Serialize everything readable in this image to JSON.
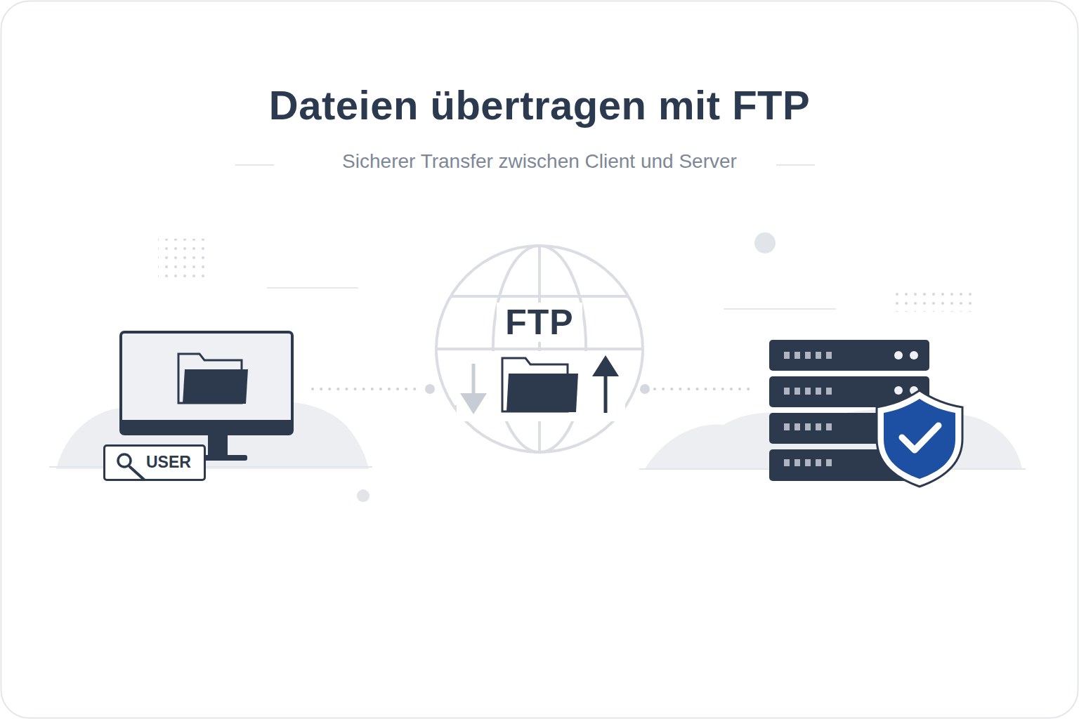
{
  "diagram": {
    "title": "Dateien übertragen mit FTP",
    "caption": "Sicherer Transfer zwischen Client und Server",
    "nodes": [
      {
        "text": [
          "USER"
        ]
      },
      {
        "text": [
          "FTP"
        ]
      }
    ]
  }
}
